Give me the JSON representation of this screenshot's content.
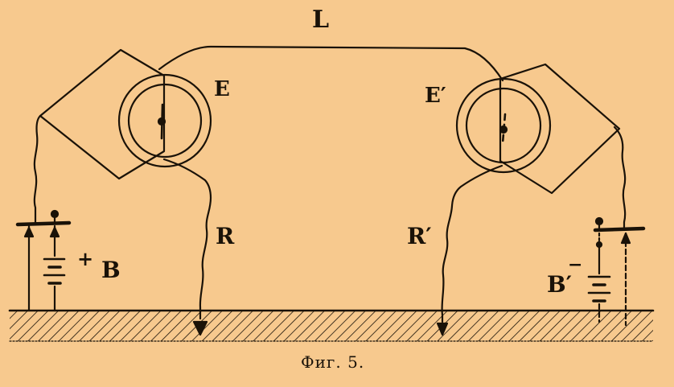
{
  "colors": {
    "background": "#f7c98e",
    "ink": "#1a1208"
  },
  "labels": {
    "line": "L",
    "electrometer_left": "E",
    "electrometer_right": "E′",
    "receiver_left": "R",
    "receiver_right": "R′",
    "battery_left": "B",
    "battery_left_sign": "+",
    "battery_right": "B′",
    "battery_right_sign": "−"
  },
  "caption": "Фиг. 5."
}
